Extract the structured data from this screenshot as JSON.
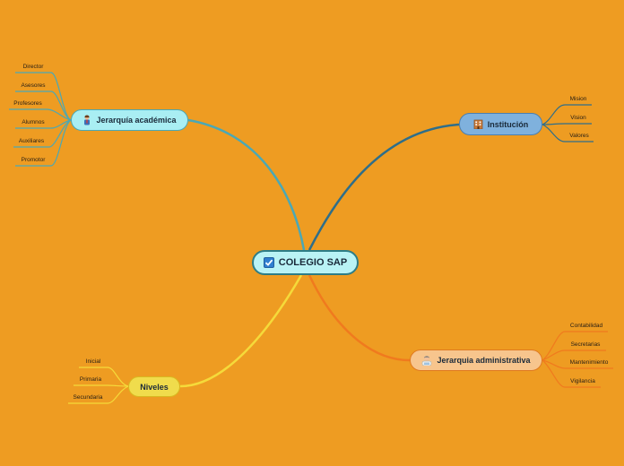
{
  "colors": {
    "background": "#EE9C22",
    "academic_branch": "#4BA8B5",
    "institution_branch": "#2E6E8A",
    "admin_branch": "#F07A1E",
    "levels_branch": "#F5DA3A"
  },
  "central": {
    "label": "COLEGIO SAP",
    "icon": "checkbox-checked-icon"
  },
  "branches": {
    "academic": {
      "label": "Jerarquía académica",
      "icon": "teacher-icon",
      "leaves": [
        "Director",
        "Asesores",
        "Profesores",
        "Alumnos",
        "Auxiliares",
        "Promotor"
      ]
    },
    "institution": {
      "label": "Institución",
      "icon": "building-icon",
      "leaves": [
        "Mision",
        "Vision",
        "Valores"
      ]
    },
    "admin": {
      "label": "Jerarquia administrativa",
      "icon": "office-worker-icon",
      "leaves": [
        "Contabilidad",
        "Secretarias",
        "Mantenimiento",
        "Vigilancia"
      ]
    },
    "levels": {
      "label": "Niveles",
      "leaves": [
        "Inicial",
        "Primaria",
        "Secundaria"
      ]
    }
  }
}
